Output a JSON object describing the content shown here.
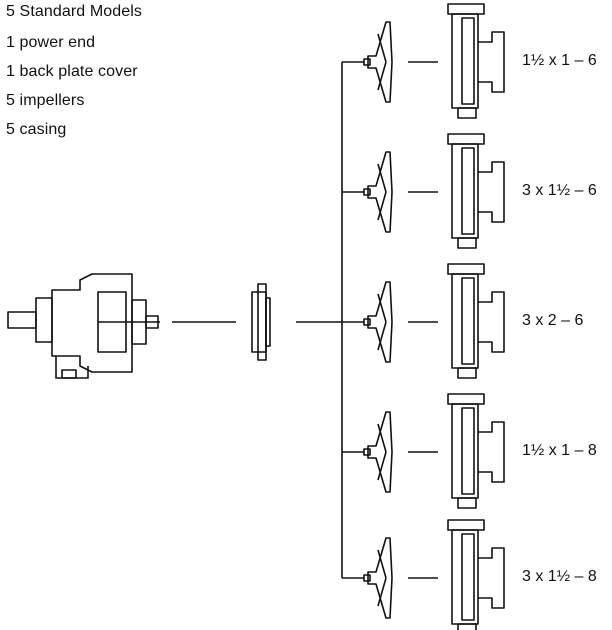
{
  "legend": {
    "title": "5 Standard Models",
    "items": [
      "1 power end",
      "1 back plate cover",
      "5 impellers",
      "5 casing"
    ]
  },
  "models": [
    {
      "label": "1½ x 1 – 6"
    },
    {
      "label": "3 x 1½ – 6"
    },
    {
      "label": "3 x 2 – 6"
    },
    {
      "label": "1½ x 1 – 8"
    },
    {
      "label": "3 x 1½ – 8"
    }
  ],
  "colors": {
    "ink": "#111111",
    "background": "#ffffff"
  }
}
